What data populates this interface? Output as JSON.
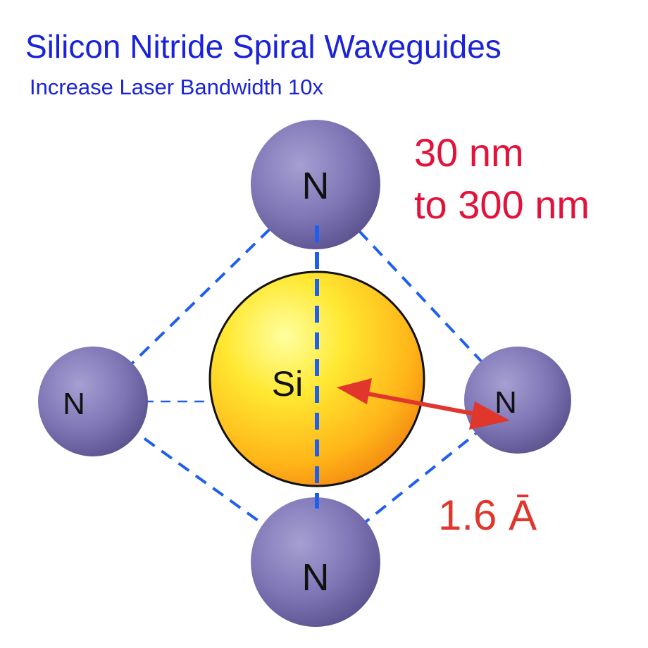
{
  "title": "Silicon Nitride Spiral Waveguides",
  "subtitle": "Increase Laser Bandwidth 10x",
  "range": {
    "line1": "30 nm",
    "line2": "to 300 nm"
  },
  "atoms": {
    "silicon_label": "Si",
    "nitrogen_top_label": "N",
    "nitrogen_left_label": "N",
    "nitrogen_right_label": "N",
    "nitrogen_bottom_label": "N"
  },
  "bond_length_label": "1.6 Ā",
  "colors": {
    "title": "#1a23d9",
    "highlight_red": "#e3123a",
    "bond_dash": "#1f5ff0",
    "nitrogen": "#7e75b5",
    "silicon": "#ffd21a",
    "arrow": "#e0362c"
  }
}
